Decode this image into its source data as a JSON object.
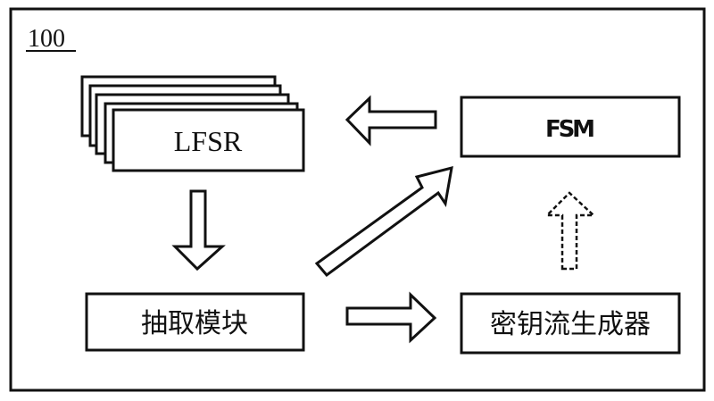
{
  "diagram": {
    "reference_label": "100",
    "nodes": {
      "lfsr": {
        "label": "LFSR",
        "stack_count": 5
      },
      "fsm": {
        "label": "FSM"
      },
      "extraction": {
        "label": "抽取模块"
      },
      "keystream": {
        "label": "密钥流生成器"
      }
    },
    "edges": [
      {
        "from": "fsm",
        "to": "lfsr",
        "style": "solid"
      },
      {
        "from": "lfsr",
        "to": "extraction",
        "style": "solid"
      },
      {
        "from": "extraction",
        "to": "fsm",
        "style": "solid"
      },
      {
        "from": "extraction",
        "to": "keystream",
        "style": "solid"
      },
      {
        "from": "keystream",
        "to": "fsm",
        "style": "dashed"
      }
    ],
    "colors": {
      "stroke": "#111111",
      "fill": "#ffffff"
    }
  }
}
